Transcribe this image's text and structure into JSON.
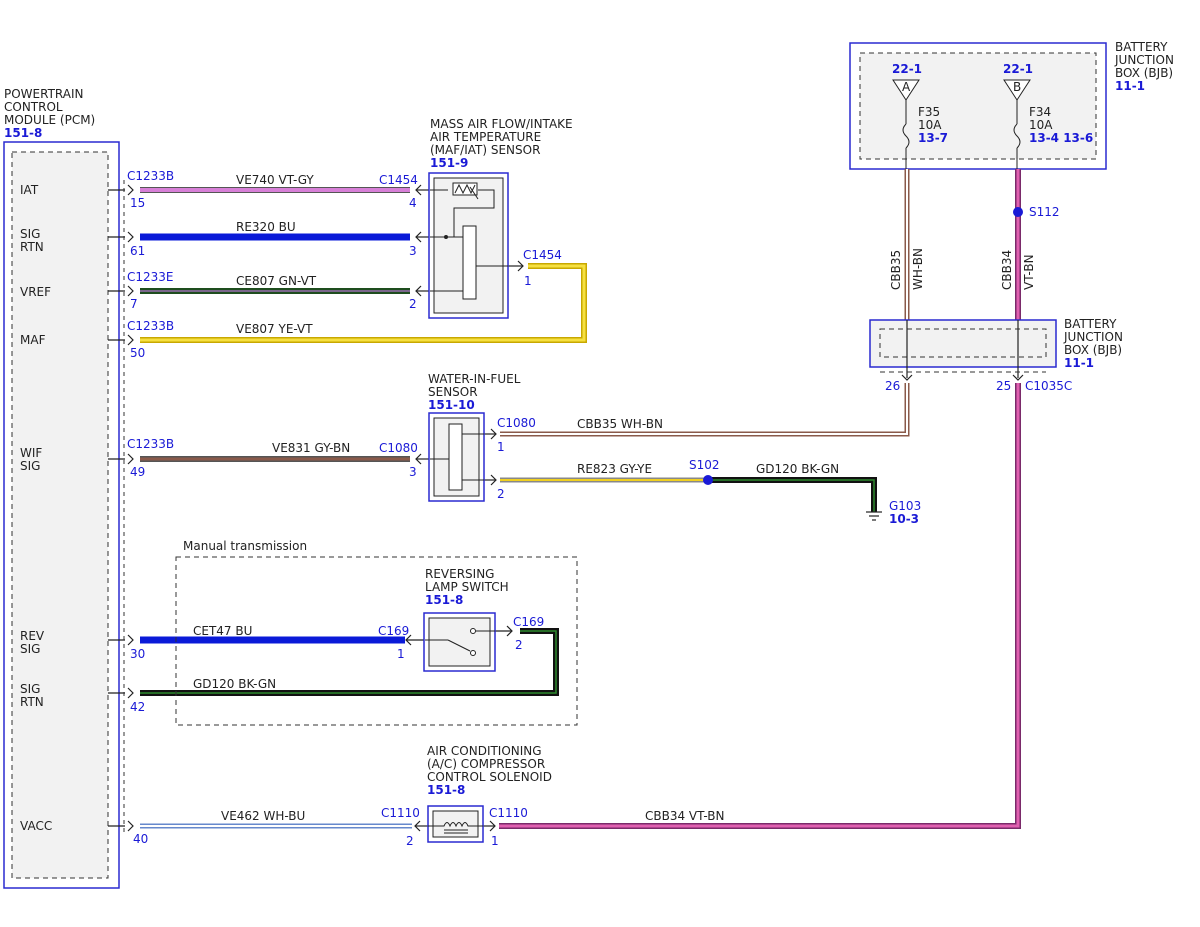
{
  "pcm": {
    "title_lines": [
      "POWERTRAIN",
      "CONTROL",
      "MODULE (PCM)"
    ],
    "ref": "151-8",
    "pins": {
      "iat": "IAT",
      "sig_rtn_1": [
        "SIG",
        "RTN"
      ],
      "vref": "VREF",
      "maf": "MAF",
      "wif": [
        "WIF",
        "SIG"
      ],
      "rev": [
        "REV",
        "SIG"
      ],
      "sig_rtn_2": [
        "SIG",
        "RTN"
      ],
      "vacc": "VACC"
    }
  },
  "maf_sensor": {
    "title_lines": [
      "MASS AIR FLOW/INTAKE",
      "AIR TEMPERATURE",
      "(MAF/IAT) SENSOR"
    ],
    "ref": "151-9"
  },
  "wif_sensor": {
    "title_lines": [
      "WATER-IN-FUEL",
      "SENSOR"
    ],
    "ref": "151-10"
  },
  "rev_switch": {
    "title_lines": [
      "REVERSING",
      "LAMP SWITCH"
    ],
    "ref": "151-8"
  },
  "ac_solenoid": {
    "title_lines": [
      "AIR CONDITIONING",
      "(A/C) COMPRESSOR",
      "CONTROL SOLENOID"
    ],
    "ref": "151-8"
  },
  "manual_box_label": "Manual transmission",
  "bjb_top": {
    "title_lines": [
      "BATTERY",
      "JUNCTION",
      "BOX (BJB)"
    ],
    "ref": "11-1",
    "fuse_a": {
      "ref": "22-1",
      "letter": "A",
      "name": "F35",
      "rating": "10A",
      "page": "13-7"
    },
    "fuse_b": {
      "ref": "22-1",
      "letter": "B",
      "name": "F34",
      "rating": "10A",
      "page": "13-4 13-6"
    }
  },
  "bjb_mid": {
    "title_lines": [
      "BATTERY",
      "JUNCTION",
      "BOX (BJB)"
    ],
    "ref": "11-1"
  },
  "wires": {
    "iat": {
      "left_conn": "C1233B",
      "left_pin": "15",
      "label": "VE740  VT-GY",
      "right_conn": "C1454",
      "right_pin": "4",
      "color": "#d77fd7"
    },
    "sigrtn": {
      "left_pin": "61",
      "label": "RE320  BU",
      "right_pin": "3",
      "color": "#0a1ad8"
    },
    "vref": {
      "left_conn": "C1233E",
      "left_pin": "7",
      "label": "CE807  GN-VT",
      "right_pin": "2",
      "color": "#2e6b2e"
    },
    "maf": {
      "left_conn": "C1233B",
      "left_pin": "50",
      "label": "VE807  YE-VT",
      "right_conn": "C1454",
      "right_pin": "1",
      "color": "#f0d020"
    },
    "wif": {
      "left_conn": "C1233B",
      "left_pin": "49",
      "label": "VE831  GY-BN",
      "right_conn": "C1080",
      "right_pin": "3",
      "color": "#8a5a4a"
    },
    "wif_pwr": {
      "conn": "C1080",
      "pin": "1",
      "label": "CBB35  WH-BN"
    },
    "wif_gnd": {
      "pin": "2",
      "label": "RE823  GY-YE",
      "splice": "S102",
      "gnd_label": "GD120  BK-GN",
      "ground": "G103",
      "ground_ref": "10-3"
    },
    "rev": {
      "left_pin": "30",
      "label": "CET47  BU",
      "right_conn": "C169",
      "right_pin": "1",
      "out_conn": "C169",
      "out_pin": "2"
    },
    "revrtn": {
      "left_pin": "42",
      "label": "GD120  BK-GN"
    },
    "vacc": {
      "left_pin": "40",
      "label": "VE462  WH-BU",
      "right_conn": "C1110",
      "right_pin": "2",
      "out_conn": "C1110",
      "out_pin": "1",
      "out_label": "CBB34  VT-BN"
    },
    "cbb35_vert": {
      "label_a": "CBB35",
      "label_b": "WH-BN",
      "pin": "26"
    },
    "cbb34_vert": {
      "label_a": "CBB34",
      "label_b": "VT-BN",
      "pin": "25",
      "conn": "C1035C",
      "splice": "S112"
    }
  }
}
